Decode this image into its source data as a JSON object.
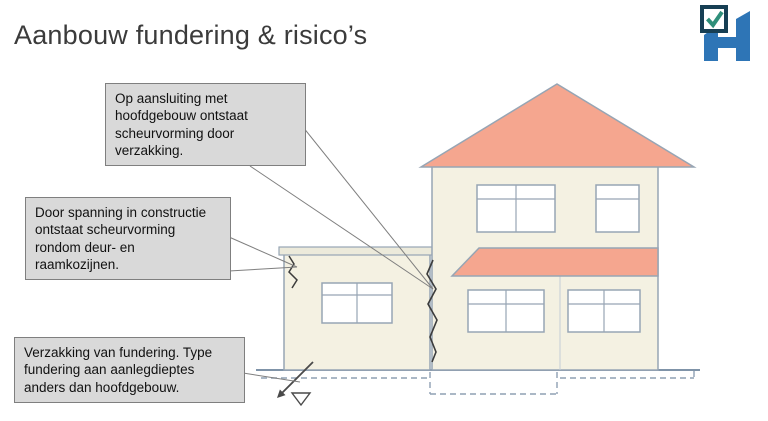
{
  "slide": {
    "title": "Aanbouw fundering & risico’s"
  },
  "callouts": [
    {
      "text": "Op aansluiting met hoofdgebouw ontstaat scheurvorming door verzakking."
    },
    {
      "text": "Door spanning in constructie ontstaat scheurvorming rondom deur- en raamkozijnen."
    },
    {
      "text": "Verzakking van fundering. Type fundering aan aanlegdieptes anders dan hoofdgebouw."
    }
  ],
  "logo": {
    "icon": "house-checkmark-logo"
  },
  "colors": {
    "roof": "#f5a68f",
    "wall": "#f4f1e2",
    "callout_bg": "#d9d9d9",
    "callout_border": "#7f7f7f",
    "outline": "#97a5b4",
    "crack": "#3c3c3c",
    "title_text": "#3b3b3b",
    "logo_blue": "#2e75b6",
    "logo_dark": "#173f54",
    "logo_check": "#2f8f7a"
  }
}
